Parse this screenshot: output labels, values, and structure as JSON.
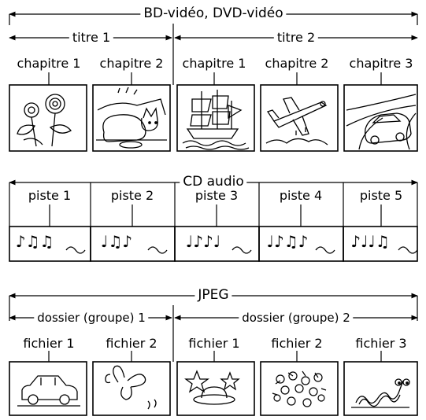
{
  "sections": [
    {
      "id": "video",
      "title": "BD-vidéo, DVD-vidéo",
      "groups": [
        {
          "label": "titre 1",
          "items": [
            {
              "label": "chapitre 1",
              "icon": "sunflower-icon"
            },
            {
              "label": "chapitre 2",
              "icon": "cat-icon"
            }
          ]
        },
        {
          "label": "titre 2",
          "items": [
            {
              "label": "chapitre 1",
              "icon": "sailing-ship-icon"
            },
            {
              "label": "chapitre 2",
              "icon": "airplane-icon"
            },
            {
              "label": "chapitre 3",
              "icon": "car-on-road-icon"
            }
          ]
        }
      ]
    },
    {
      "id": "audio",
      "title": "CD audio",
      "tracks": [
        {
          "label": "piste 1",
          "notes": "♪♫♫",
          "icon": "music-notes-icon"
        },
        {
          "label": "piste 2",
          "notes": "♩♫♪",
          "icon": "music-notes-icon"
        },
        {
          "label": "piste 3",
          "notes": "♩♪♪♩",
          "icon": "music-notes-icon"
        },
        {
          "label": "piste 4",
          "notes": "♩♪♫♪",
          "icon": "music-notes-icon"
        },
        {
          "label": "piste 5",
          "notes": "♪♩♩♫",
          "icon": "music-notes-icon"
        }
      ]
    },
    {
      "id": "jpeg",
      "title": "JPEG",
      "groups": [
        {
          "label": "dossier (groupe) 1",
          "items": [
            {
              "label": "fichier 1",
              "icon": "car-icon"
            },
            {
              "label": "fichier 2",
              "icon": "butterfly-icon"
            }
          ]
        },
        {
          "label": "dossier (groupe) 2",
          "items": [
            {
              "label": "fichier 1",
              "icon": "stars-planet-icon"
            },
            {
              "label": "fichier 2",
              "icon": "flowers-icon"
            },
            {
              "label": "fichier 3",
              "icon": "worm-icon"
            }
          ]
        }
      ]
    }
  ]
}
